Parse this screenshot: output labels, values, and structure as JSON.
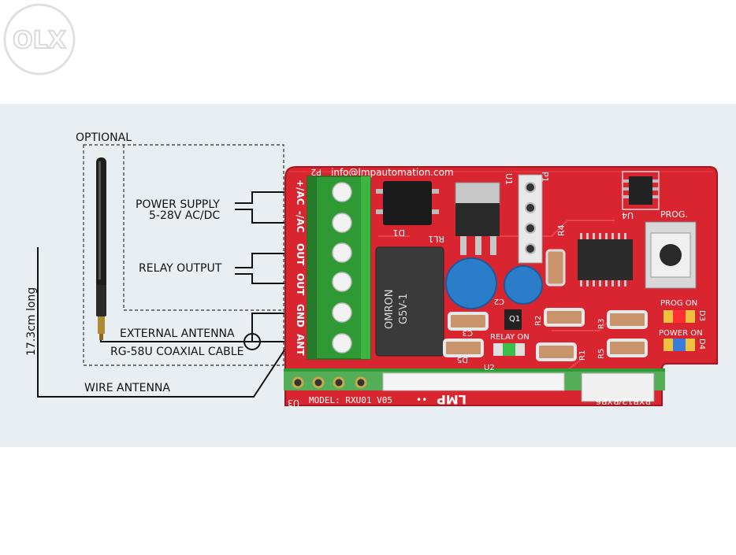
{
  "watermark": {
    "logo_text": "OLX"
  },
  "colors": {
    "background_band": "#e9eef2",
    "pcb_red": "#d9252f",
    "terminal_green": "#2f9a33",
    "relay_body": "#3a3a3a",
    "capacitor_blue": "#2b7cc9",
    "wire": "#111111"
  },
  "annotations": {
    "optional": "OPTIONAL",
    "power_supply": "POWER SUPPLY",
    "power_range": "5-28V AC/DC",
    "relay_output": "RELAY OUTPUT",
    "external_antenna": "EXTERNAL ANTENNA",
    "coax_cable": "RG-58U COAXIAL CABLE",
    "wire_antenna": "WIRE ANTENNA",
    "wire_length": "17.3cm long"
  },
  "board": {
    "email": "info@lmpautomation.com",
    "model": "MODEL: RXU01 V05",
    "logo": "LMP",
    "module": "RXB12/RXB6",
    "relay_brand": "OMRON",
    "relay_model": "G5V-1",
    "terminals": [
      "+/AC",
      "-/AC",
      "OUT",
      "OUT",
      "GND",
      "ANT"
    ],
    "refs": {
      "p2": "P2",
      "u1": "U1",
      "p1": "P1",
      "d1": "D1",
      "rl1": "RL1",
      "r4": "R4",
      "u4": "U4",
      "c2": "C2",
      "q1": "Q1",
      "r2": "R2",
      "r3": "R3",
      "r1": "R1",
      "r5": "R5",
      "c3": "C3",
      "d5": "D5",
      "d3": "D3",
      "d4": "D4",
      "u3": "U3",
      "u2": "U2"
    },
    "button_label": "PROG.",
    "leds": {
      "prog_on": "PROG ON",
      "power_on": "POWER ON",
      "relay_on": "RELAY ON"
    }
  }
}
